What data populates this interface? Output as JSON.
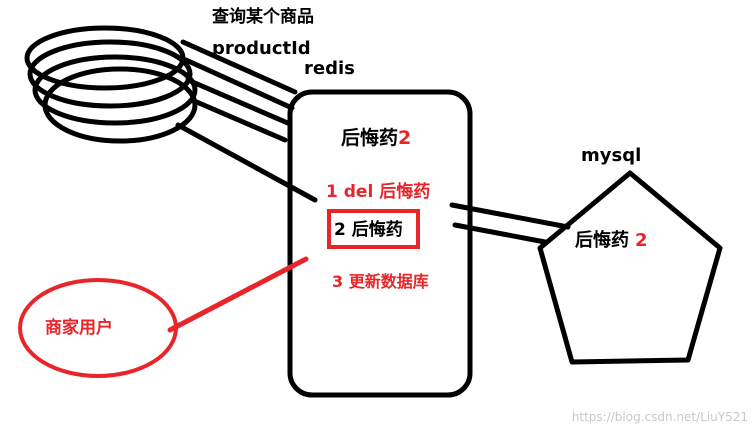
{
  "labels": {
    "query_item": "查询某个商品",
    "product_id": "productId",
    "redis": "redis",
    "server_title_text": "后悔药",
    "server_title_num": "2",
    "step1": "1 del 后悔药",
    "step2": "2 后悔药",
    "step3": "3 更新数据库",
    "mysql": "mysql",
    "mysql_value_text": "后悔药",
    "mysql_value_num": "2",
    "merchant_user": "商家用户",
    "watermark": "https://blog.csdn.net/LiuY521"
  },
  "colors": {
    "black": "#000000",
    "red": "#e8262a",
    "watermark": "#c8c8c8",
    "background": "#ffffff"
  }
}
